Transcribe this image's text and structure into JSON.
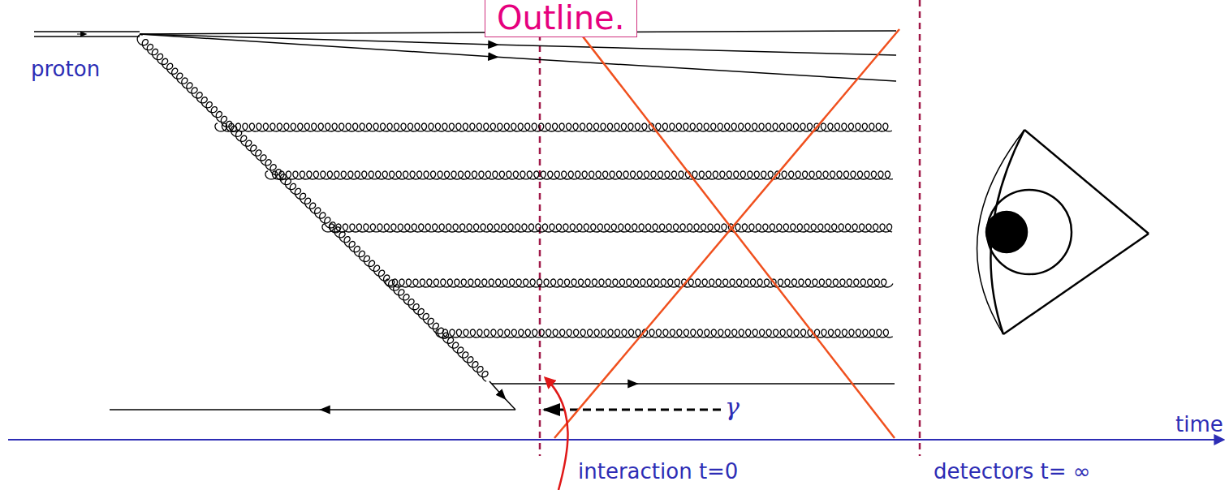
{
  "diagram": {
    "nodes": [
      {
        "text": [
          "Outline."
        ]
      }
    ],
    "labels": [
      "proton",
      "γ",
      "time",
      "interaction t=0",
      "detectors t= ∞"
    ]
  }
}
